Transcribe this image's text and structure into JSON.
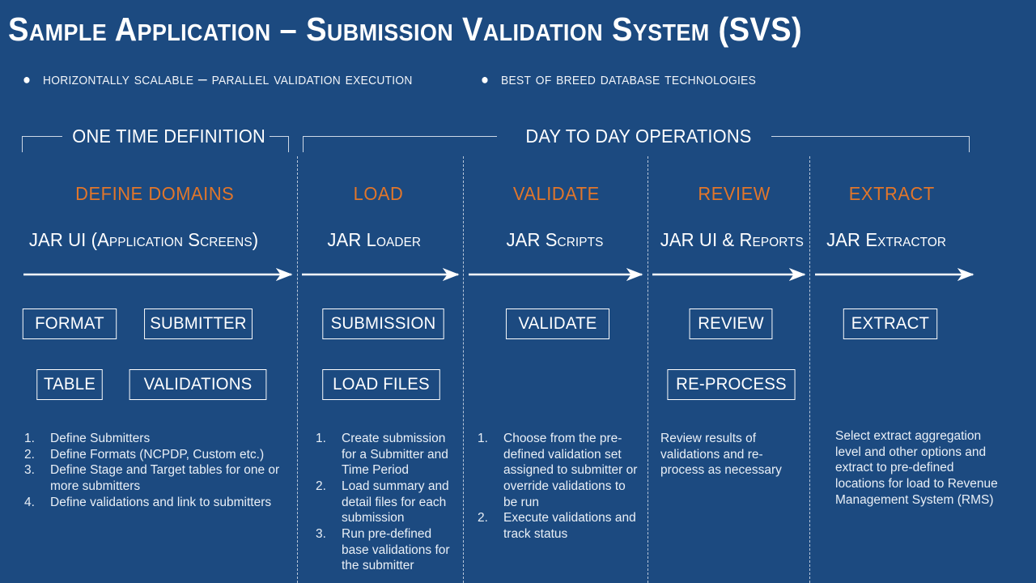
{
  "slide": {
    "background_color": "#1c4a80",
    "accent_color": "#e2762a",
    "title": "Sample Application – Submission Validation System (SVS)",
    "subtitle_bullets": [
      "Horizontally Scalable – Parallel Validation Execution",
      "Best of Breed Database Technologies"
    ]
  },
  "brackets": [
    {
      "label": "ONE TIME DEFINITION"
    },
    {
      "label": "DAY TO DAY OPERATIONS"
    }
  ],
  "columns": [
    {
      "stage": "DEFINE DOMAINS",
      "component": "JAR UI (Application Screens)",
      "boxes": [
        "FORMAT",
        "SUBMITTER",
        "TABLE",
        "VALIDATIONS"
      ],
      "list_type": "ordered",
      "items": [
        "Define Submitters",
        "Define Formats (NCPDP, Custom etc.)",
        "Define Stage and Target tables for one or more submitters",
        "Define validations and link to submitters"
      ]
    },
    {
      "stage": "LOAD",
      "component": "JAR Loader",
      "boxes": [
        "SUBMISSION",
        "LOAD FILES"
      ],
      "list_type": "ordered",
      "items": [
        "Create submission for a Submitter and Time Period",
        "Load summary and detail files for each submission",
        "Run pre-defined base validations for the submitter"
      ]
    },
    {
      "stage": "VALIDATE",
      "component": "JAR Scripts",
      "boxes": [
        "VALIDATE"
      ],
      "list_type": "ordered",
      "items": [
        "Choose from the pre-defined validation set assigned to submitter or override validations to be run",
        "Execute validations and track status"
      ]
    },
    {
      "stage": "REVIEW",
      "component": "JAR UI & Reports",
      "boxes": [
        "REVIEW",
        "RE-PROCESS"
      ],
      "list_type": "paragraph",
      "items": [
        "Review results of validations and re-process as necessary"
      ]
    },
    {
      "stage": "EXTRACT",
      "component": "JAR Extractor",
      "boxes": [
        "EXTRACT"
      ],
      "list_type": "paragraph",
      "items": [
        "Select extract aggregation level and other options and extract to pre-defined locations for load to Revenue Management System (RMS)"
      ]
    }
  ]
}
